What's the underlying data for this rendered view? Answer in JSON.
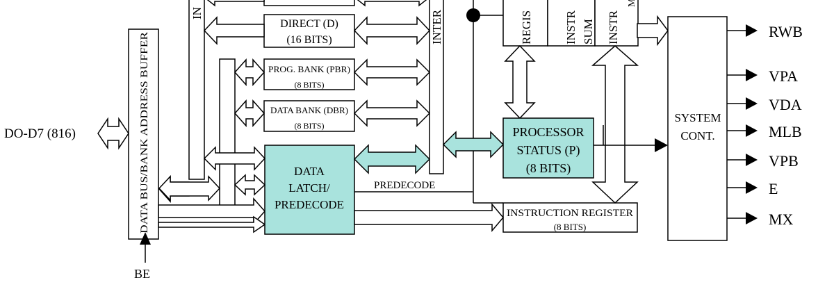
{
  "colors": {
    "teal": "#a9e3dd",
    "stroke": "#000000",
    "background": "#ffffff"
  },
  "left": {
    "bus_label": "DO-D7 (816)",
    "buffer_label": "DATA BUS/BANK ADDRESS BUFFER",
    "be_label": "BE",
    "internal_bus_label": "IN"
  },
  "registers": {
    "direct_line1": "DIRECT (D)",
    "direct_line2": "(16 BITS)",
    "pbr_line1": "PROG. BANK (PBR)",
    "pbr_line2": "(8 BITS)",
    "dbr_line1": "DATA BANK (DBR)",
    "dbr_line2": "(8 BITS)"
  },
  "data_latch": {
    "line1": "DATA",
    "line2": "LATCH/",
    "line3": "PREDECODE"
  },
  "predecode_label": "PREDECODE",
  "internal_bus_label": "INTER",
  "top_blocks": {
    "regis": "REGIS",
    "instr_sum_1": "INSTR",
    "instr_sum_2": "SUM",
    "instr": "INSTR",
    "extra": "M"
  },
  "processor_status": {
    "line1": "PROCESSOR",
    "line2": "STATUS (P)",
    "line3": "(8 BITS)"
  },
  "instruction_register": {
    "line1": "INSTRUCTION REGISTER",
    "line2": "(8 BITS)"
  },
  "system_control": {
    "line1": "SYSTEM",
    "line2": "CONT."
  },
  "outputs": [
    "RWB",
    "VPA",
    "VDA",
    "MLB",
    "VPB",
    "E",
    "MX"
  ]
}
